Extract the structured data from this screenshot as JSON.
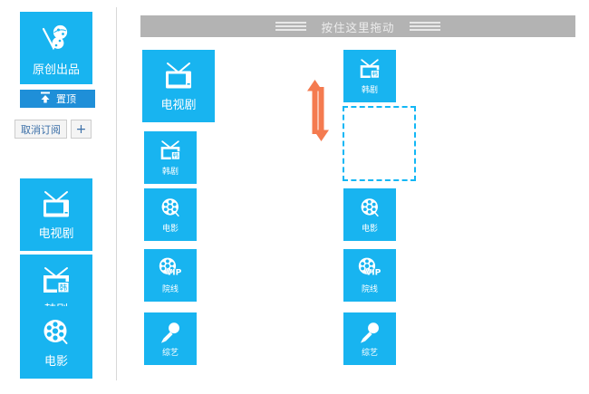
{
  "app": {
    "accent_color": "#18b4f0",
    "accent_dark_color": "#1f8fd8",
    "dropzone_color": "#12b7f5",
    "dragbar_color": "#b3b3b3",
    "arrow_color": "#f47b50",
    "background": "#ffffff"
  },
  "sidebar": {
    "brand_tile": {
      "label": "原创出品",
      "icon": "v-globe-logo-icon"
    },
    "pin_button": {
      "label": "置顶",
      "icon": "pin-up-arrow-icon"
    },
    "unsubscribe_button": {
      "label": "取消订阅"
    },
    "add_button": {
      "label": "+"
    },
    "items": [
      {
        "label": "电视剧",
        "icon": "tv-icon"
      },
      {
        "label": "韩剧",
        "icon": "tv-korean-icon",
        "badge": "韩"
      },
      {
        "label": "电影",
        "icon": "film-reel-icon"
      }
    ]
  },
  "dragbar": {
    "label": "按住这里拖动",
    "grip_left": "drag-grip-icon",
    "grip_right": "drag-grip-icon"
  },
  "main": {
    "left_column": [
      {
        "label": "电视剧",
        "icon": "tv-icon",
        "size": "large"
      },
      {
        "label": "韩剧",
        "icon": "tv-korean-icon",
        "badge": "韩",
        "size": "medium"
      },
      {
        "label": "电影",
        "icon": "film-reel-icon",
        "size": "medium"
      },
      {
        "label": "院线",
        "icon": "film-reel-vip-icon",
        "badge": "VIP",
        "size": "medium"
      },
      {
        "label": "综艺",
        "icon": "microphone-icon",
        "size": "medium"
      }
    ],
    "right_column": [
      {
        "label": "韩剧",
        "icon": "tv-korean-icon",
        "badge": "韩",
        "size": "medium"
      },
      {
        "label": "电影",
        "icon": "film-reel-icon",
        "size": "medium"
      },
      {
        "label": "院线",
        "icon": "film-reel-vip-icon",
        "badge": "VIP",
        "size": "medium"
      },
      {
        "label": "综艺",
        "icon": "microphone-icon",
        "size": "medium"
      }
    ],
    "dragging_tile": {
      "label": "电视剧",
      "icon": "tv-icon",
      "size": "large"
    },
    "dropzone": {
      "label": ""
    },
    "move_indicator": {
      "icon": "up-down-arrow-icon"
    }
  }
}
